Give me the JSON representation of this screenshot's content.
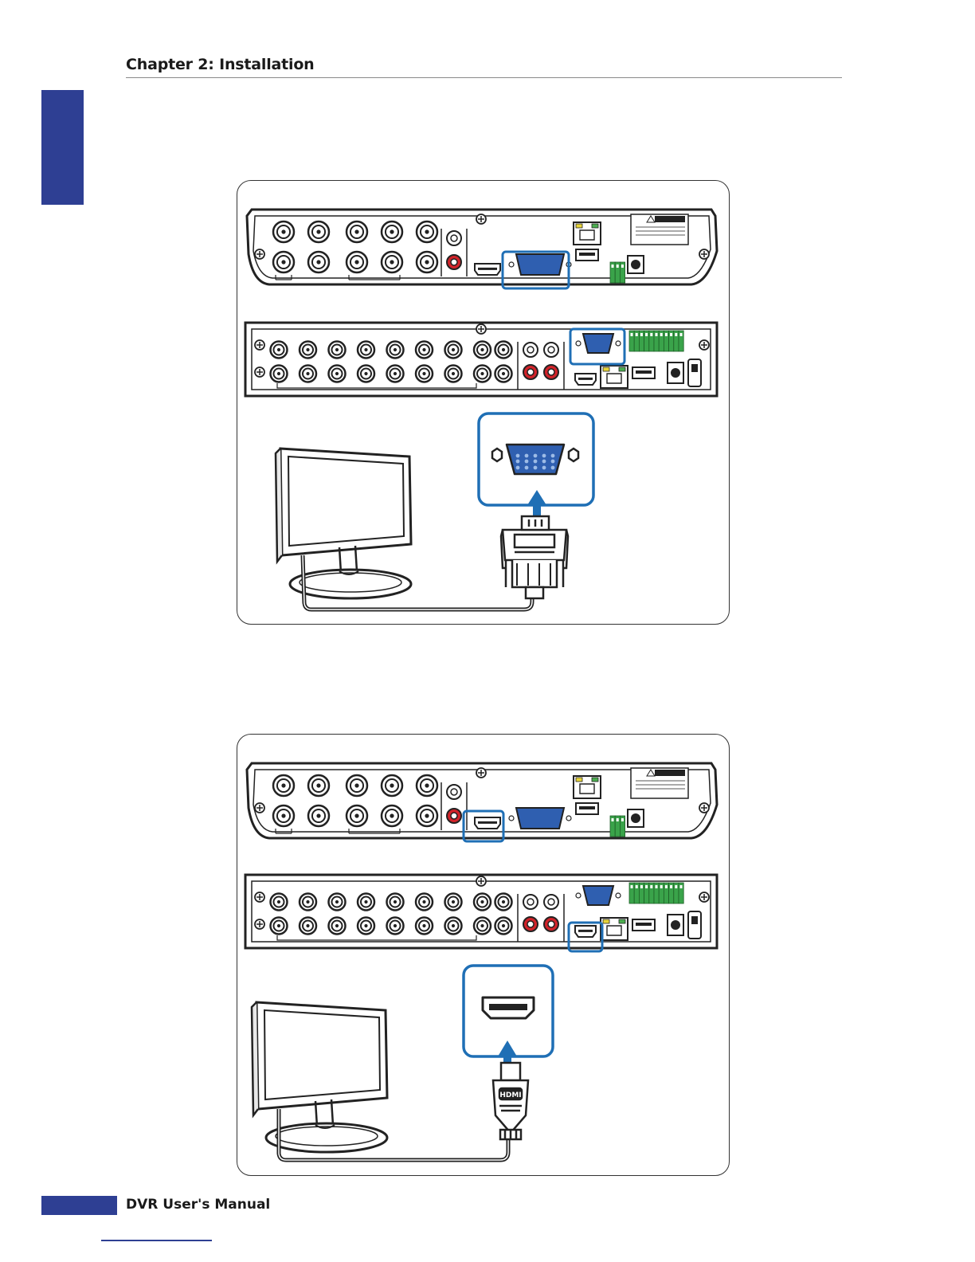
{
  "header": {
    "chapter_title": "Chapter 2: Installation"
  },
  "footer": {
    "manual_title": "DVR User's Manual"
  },
  "figures": [
    {
      "connector": "VGA",
      "items": [
        "dvr-4ch-rear-panel-vga-highlighted",
        "dvr-8ch-rear-panel-vga-highlighted",
        "monitor-icon",
        "vga-port-icon",
        "vga-cable-icon"
      ]
    },
    {
      "connector": "HDMI",
      "items": [
        "dvr-4ch-rear-panel-hdmi-highlighted",
        "dvr-8ch-rear-panel-hdmi-highlighted",
        "monitor-icon",
        "hdmi-port-icon",
        "hdmi-cable-icon"
      ]
    }
  ],
  "colors": {
    "accent": "#2e3f93",
    "highlight": "#1f6fb5",
    "vga_port": "#2f5fb0",
    "terminal_green": "#3aa34a",
    "rca_red": "#d2232a"
  },
  "cable_labels": {
    "hdmi_plug_text": "HDMI"
  }
}
